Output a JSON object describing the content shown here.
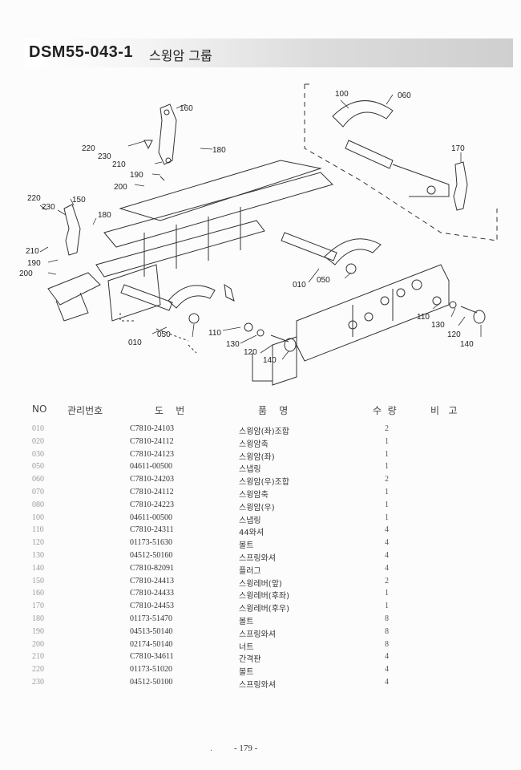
{
  "header": {
    "code": "DSM55-043-1",
    "title": "스윙암 그룹"
  },
  "diagram": {
    "callouts": [
      "160",
      "220",
      "230",
      "180",
      "210",
      "190",
      "200",
      "220",
      "230",
      "150",
      "180",
      "210",
      "190",
      "200",
      "100",
      "060",
      "170",
      "010",
      "050",
      "110",
      "130",
      "120",
      "140",
      "010",
      "050",
      "110",
      "130",
      "120",
      "140"
    ]
  },
  "table": {
    "columns": {
      "no": "NO",
      "mgmt": "관리번호",
      "drawing": "도    번",
      "name": "품    명",
      "qty": "수  량",
      "remark": "비   고"
    },
    "rows": [
      {
        "no": "010",
        "part": "C7810-24103",
        "name": "스윙암(좌)조합",
        "qty": "2"
      },
      {
        "no": "020",
        "part": "C7810-24112",
        "name": "스윙암축",
        "qty": "1"
      },
      {
        "no": "030",
        "part": "C7810-24123",
        "name": "스윙암(좌)",
        "qty": "1"
      },
      {
        "no": "050",
        "part": "04611-00500",
        "name": "스냅링",
        "qty": "1"
      },
      {
        "no": "060",
        "part": "C7810-24203",
        "name": "스윙암(우)조합",
        "qty": "2"
      },
      {
        "no": "070",
        "part": "C7810-24112",
        "name": "스윙암축",
        "qty": "1"
      },
      {
        "no": "080",
        "part": "C7810-24223",
        "name": "스윙암(우)",
        "qty": "1"
      },
      {
        "no": "100",
        "part": "04611-00500",
        "name": "스냅링",
        "qty": "1"
      },
      {
        "no": "110",
        "part": "C7810-24311",
        "name": "44와셔",
        "qty": "4"
      },
      {
        "no": "120",
        "part": "01173-51630",
        "name": "볼트",
        "qty": "4"
      },
      {
        "no": "130",
        "part": "04512-50160",
        "name": "스프링와셔",
        "qty": "4"
      },
      {
        "no": "140",
        "part": "C7810-82091",
        "name": "플러그",
        "qty": "4"
      },
      {
        "no": "150",
        "part": "C7810-24413",
        "name": "스윙레버(앞)",
        "qty": "2"
      },
      {
        "no": "160",
        "part": "C7810-24433",
        "name": "스윙레버(후좌)",
        "qty": "1"
      },
      {
        "no": "170",
        "part": "C7810-24453",
        "name": "스윙레버(후우)",
        "qty": "1"
      },
      {
        "no": "180",
        "part": "01173-51470",
        "name": "볼트",
        "qty": "8"
      },
      {
        "no": "190",
        "part": "04513-50140",
        "name": "스프링와셔",
        "qty": "8"
      },
      {
        "no": "200",
        "part": "02174-50140",
        "name": "너트",
        "qty": "8"
      },
      {
        "no": "210",
        "part": "C7810-34611",
        "name": "간격판",
        "qty": "4"
      },
      {
        "no": "220",
        "part": "01173-51020",
        "name": "볼트",
        "qty": "4"
      },
      {
        "no": "230",
        "part": "04512-50100",
        "name": "스프링와셔",
        "qty": "4"
      }
    ]
  },
  "footer": {
    "page": "- 179 -",
    "mark": "."
  }
}
